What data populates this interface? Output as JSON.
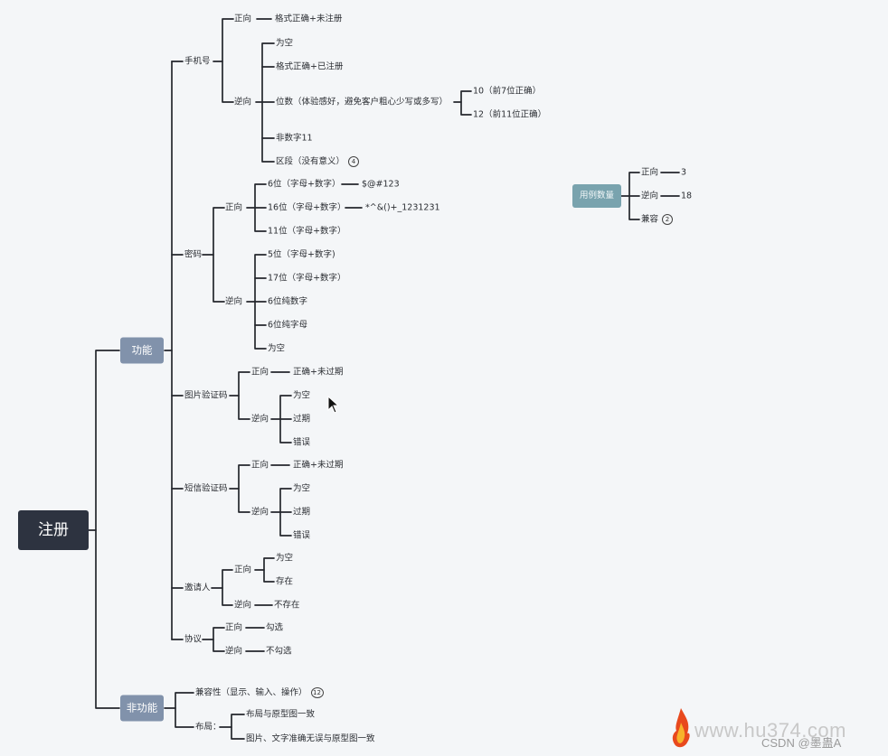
{
  "root": "注册",
  "categories": {
    "functional": "功能",
    "nonfunctional": "非功能"
  },
  "phone": {
    "label": "手机号",
    "pos": "正向",
    "pos_case": "格式正确+未注册",
    "neg": "逆向",
    "neg_cases": [
      "为空",
      "格式正确+已注册",
      "位数（体验感好，避免客户粗心少写或多写）",
      "非数字11",
      "区段（没有意义）"
    ],
    "digits_sub": [
      "10（前7位正确）",
      "12（前11位正确）"
    ],
    "segment_count": "4"
  },
  "password": {
    "label": "密码",
    "pos": "正向",
    "pos_cases": [
      "6位（字母+数字）",
      "16位（字母+数字）",
      "11位（字母+数字）"
    ],
    "pos_examples": [
      "$@#123",
      "*^&()+_1231231"
    ],
    "neg": "逆向",
    "neg_cases": [
      "5位（字母+数字)",
      "17位（字母+数字）",
      "6位纯数字",
      "6位纯字母",
      "为空"
    ]
  },
  "image_code": {
    "label": "图片验证码",
    "pos": "正向",
    "pos_case": "正确+未过期",
    "neg": "逆向",
    "neg_cases": [
      "为空",
      "过期",
      "错误"
    ]
  },
  "sms_code": {
    "label": "短信验证码",
    "pos": "正向",
    "pos_case": "正确+未过期",
    "neg": "逆向",
    "neg_cases": [
      "为空",
      "过期",
      "错误"
    ]
  },
  "inviter": {
    "label": "邀请人",
    "pos": "正向",
    "pos_cases": [
      "为空",
      "存在"
    ],
    "neg": "逆向",
    "neg_case": "不存在"
  },
  "agreement": {
    "label": "协议",
    "pos": "正向",
    "pos_case": "勾选",
    "neg": "逆向",
    "neg_case": "不勾选"
  },
  "compat": {
    "label": "兼容性（显示、输入、操作）",
    "count": "12"
  },
  "layout": {
    "label": "布局：",
    "items": [
      "布局与原型图一致",
      "图片、文字准确无误与原型图一致"
    ]
  },
  "case_count": {
    "label": "用例数量",
    "pos": "正向",
    "pos_value": "3",
    "neg": "逆向",
    "neg_value": "18",
    "compat": "兼容",
    "compat_count": "2"
  },
  "watermark": {
    "site": "www.hu374.com",
    "credit": "CSDN @墨蛊A"
  }
}
